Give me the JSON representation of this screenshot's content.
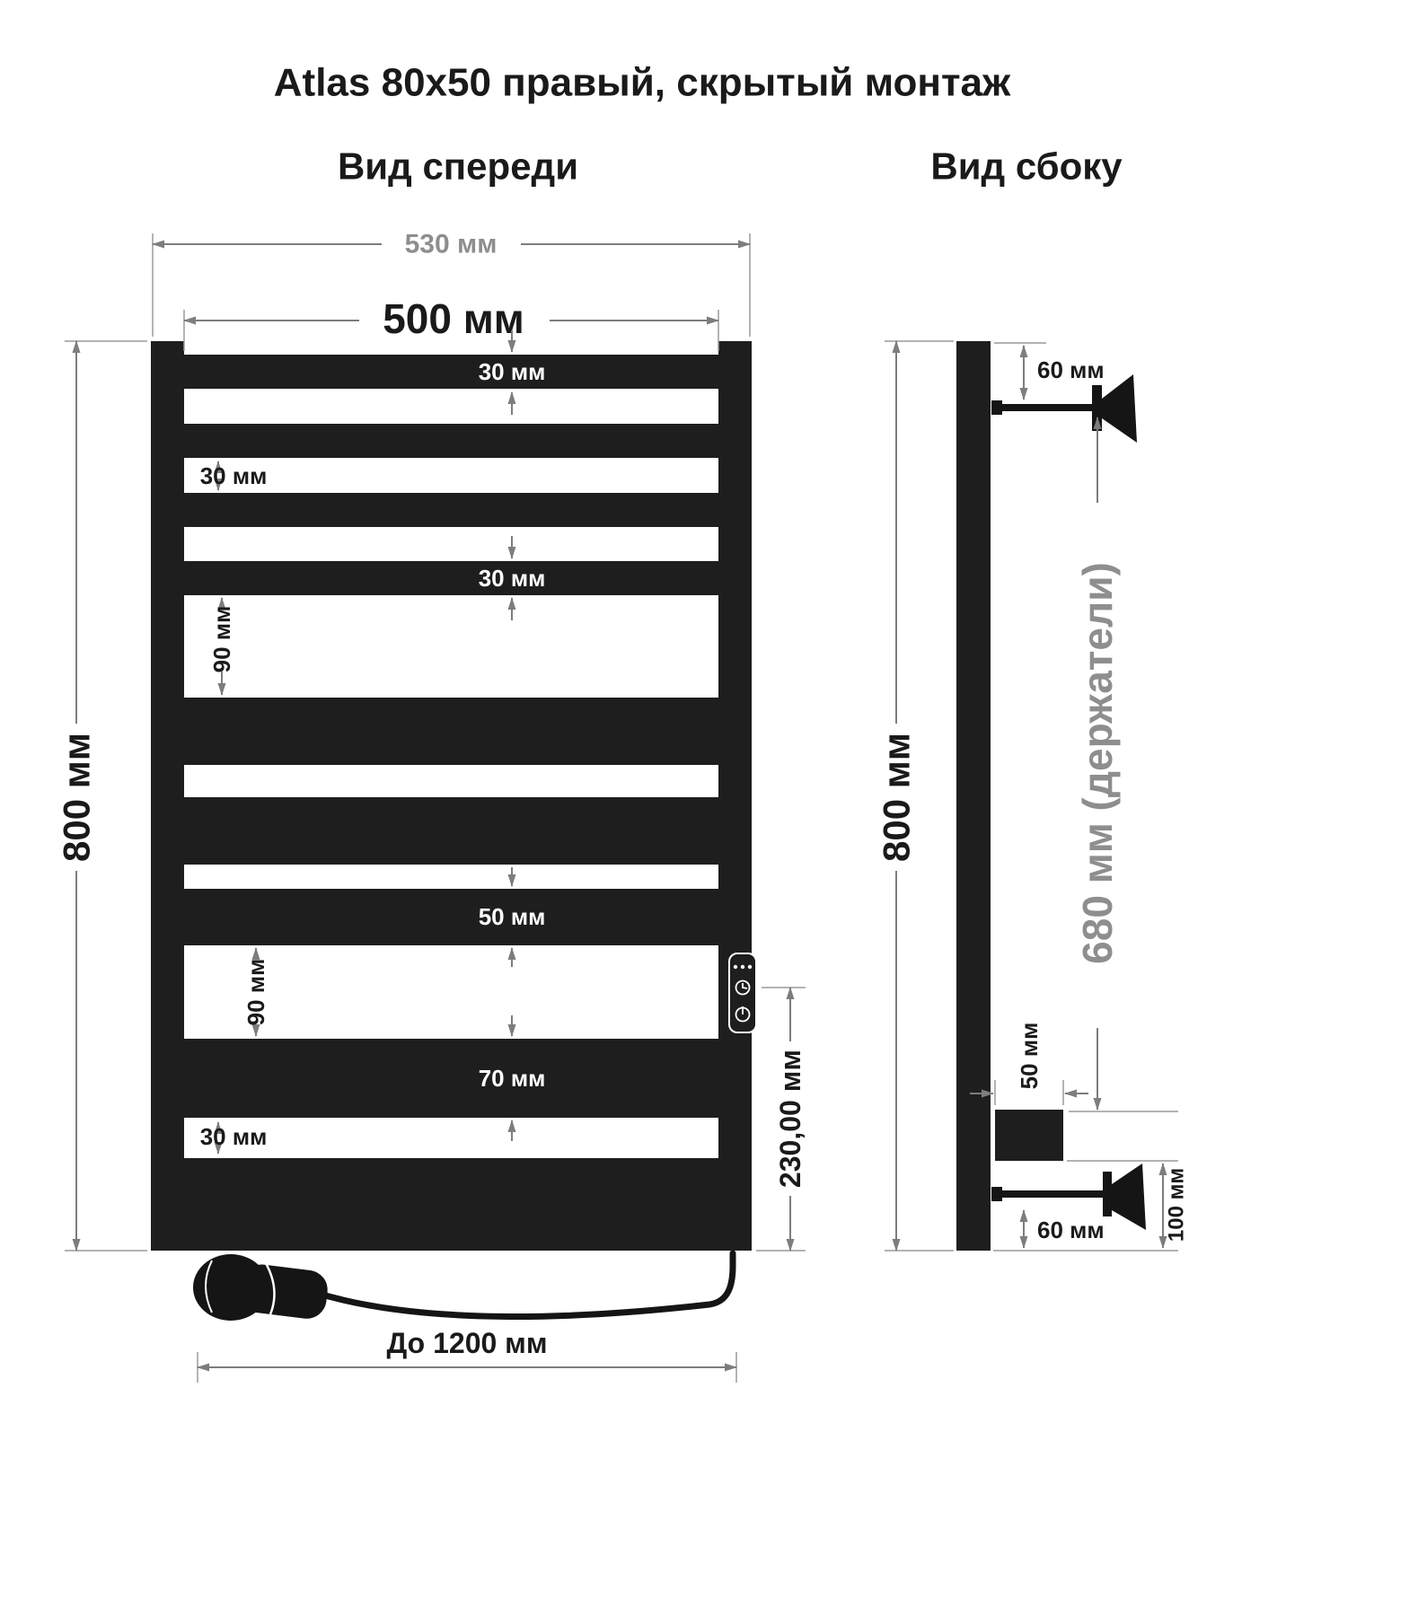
{
  "title": "Atlas 80x50 правый, скрытый монтаж",
  "front_view": {
    "label": "Вид спереди",
    "dim_outer_width": "530 мм",
    "dim_inner_width": "500 мм",
    "dim_height": "800 мм",
    "dim_bar_top": "30 мм",
    "dim_gap_upper": "30 мм",
    "dim_bar_4": "30 мм",
    "dim_gap_mid": "90 мм",
    "dim_bar_7": "50 мм",
    "dim_gap_lower": "90 мм",
    "dim_bar_8": "70 мм",
    "dim_gap_bottom": "30 мм",
    "dim_control": "230,00 мм",
    "dim_cable": "До 1200 мм"
  },
  "side_view": {
    "label": "Вид сбоку",
    "dim_height": "800 мм",
    "dim_top_offset": "60 мм",
    "dim_holders": "680 мм (держатели)",
    "dim_block": "50 мм",
    "dim_bottom_offset": "60 мм",
    "dim_bottom_height": "100 мм"
  }
}
